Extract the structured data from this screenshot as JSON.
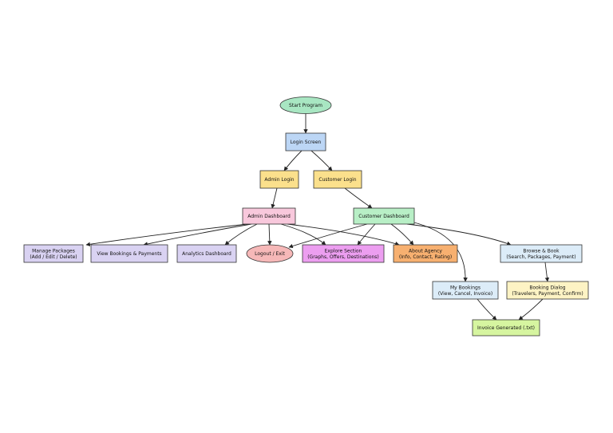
{
  "nodes": {
    "start": {
      "lines": [
        "Start Program"
      ],
      "color": "#a8e6c2",
      "shape": "ellipse"
    },
    "login": {
      "lines": [
        "Login Screen"
      ],
      "color": "#bcd6f5",
      "shape": "rect"
    },
    "admin_login": {
      "lines": [
        "Admin Login"
      ],
      "color": "#fbe08c",
      "shape": "rect"
    },
    "customer_login": {
      "lines": [
        "Customer Login"
      ],
      "color": "#fbe08c",
      "shape": "rect"
    },
    "admin_dashboard": {
      "lines": [
        "Admin Dashboard"
      ],
      "color": "#f8c8dc",
      "shape": "rect"
    },
    "customer_dashboard": {
      "lines": [
        "Customer Dashboard"
      ],
      "color": "#b8efc6",
      "shape": "rect"
    },
    "manage_packages": {
      "lines": [
        "Manage Packages",
        "(Add / Edit / Delete)"
      ],
      "color": "#d9d2f2",
      "shape": "rect"
    },
    "view_bookings": {
      "lines": [
        "View Bookings & Payments"
      ],
      "color": "#d9d2f2",
      "shape": "rect"
    },
    "analytics": {
      "lines": [
        "Analytics Dashboard"
      ],
      "color": "#d9d2f2",
      "shape": "rect"
    },
    "logout": {
      "lines": [
        "Logout / Exit"
      ],
      "color": "#f6b8b8",
      "shape": "ellipse"
    },
    "explore": {
      "lines": [
        "Explore Section",
        "(Graphs, Offers, Destinations)"
      ],
      "color": "#ec9ef0",
      "shape": "rect"
    },
    "about": {
      "lines": [
        "About Agency",
        "(Info, Contact, Rating)"
      ],
      "color": "#f7b070",
      "shape": "rect"
    },
    "browse": {
      "lines": [
        "Browse & Book",
        "(Search, Packages, Payment)"
      ],
      "color": "#dcecf8",
      "shape": "rect"
    },
    "my_bookings": {
      "lines": [
        "My Bookings",
        "(View, Cancel, Invoice)"
      ],
      "color": "#dcecf8",
      "shape": "rect"
    },
    "booking_dialog": {
      "lines": [
        "Booking Dialog",
        "(Travelers, Payment, Confirm)"
      ],
      "color": "#fdf3c4",
      "shape": "rect"
    },
    "invoice": {
      "lines": [
        "Invoice Generated (.txt)"
      ],
      "color": "#d6f5a0",
      "shape": "rect"
    }
  }
}
